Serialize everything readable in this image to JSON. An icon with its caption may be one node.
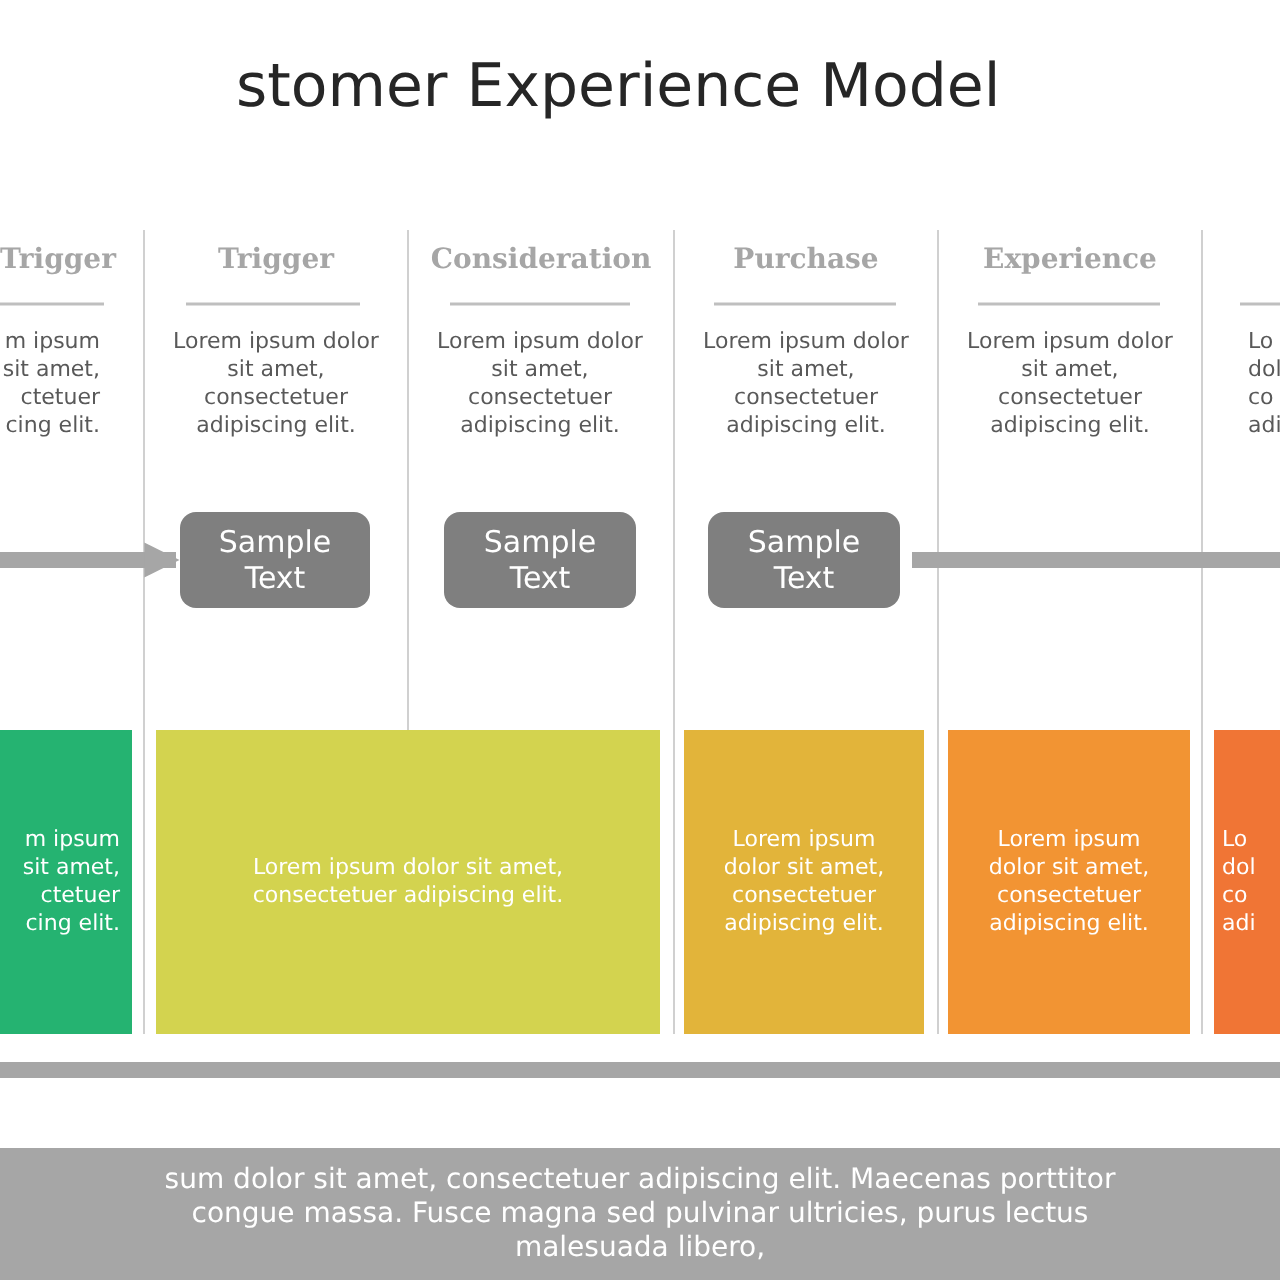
{
  "diagram": {
    "title": "stomer Experience Model",
    "nodes": [
      {
        "text": [
          "Sample Text"
        ]
      },
      {
        "text": [
          "Sample Text"
        ]
      },
      {
        "text": [
          "Sample Text"
        ]
      },
      {
        "text": [
          "m ipsum sit amet, ctetuer cing elit."
        ]
      },
      {
        "text": [
          "Lorem ipsum dolor sit amet, consectetuer adipiscing elit."
        ]
      },
      {
        "text": [
          "Lorem ipsum dolor sit amet, consectetuer adipiscing elit."
        ]
      },
      {
        "text": [
          "Lorem ipsum dolor sit amet, consectetuer adipiscing elit."
        ]
      },
      {
        "text": [
          "Lo dol co adi"
        ]
      },
      {
        "text": [
          "sum dolor sit amet, consectetuer adipiscing elit. Maecenas porttitor congue massa. Fusce magna sed pulvinar ultricies, purus lectus malesuada libero,"
        ]
      }
    ],
    "edges": [
      {
        "from": null,
        "to": 0,
        "arrow": "to"
      },
      {
        "from": 2,
        "to": null,
        "arrow": "none"
      }
    ],
    "labels": [
      "Trigger",
      "Trigger",
      "Consideration",
      "Purchase",
      "Experience",
      "m ipsum sit amet, ctetuer cing elit.",
      "Lorem ipsum dolor sit amet, consectetuer adipiscing elit.",
      "Lorem ipsum dolor sit amet, consectetuer adipiscing elit.",
      "Lorem ipsum dolor sit amet, consectetuer adipiscing elit.",
      "Lorem ipsum dolor sit amet, consectetuer adipiscing elit.",
      "Lo dol co adi"
    ]
  }
}
